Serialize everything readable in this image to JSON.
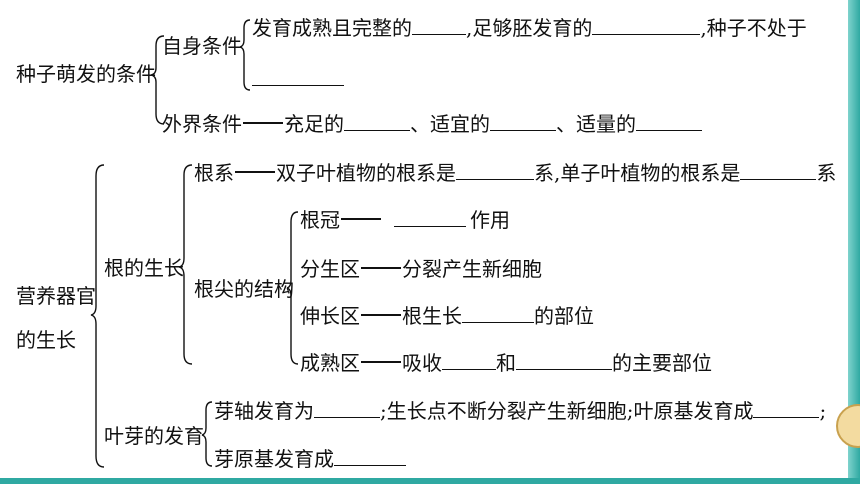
{
  "seed": {
    "title": "种子萌发的条件",
    "internal_label": "自身条件",
    "internal_a": "发育成熟且完整的",
    "internal_b": ",足够胚发育的",
    "internal_c": ",种子不处于",
    "external_label": "外界条件",
    "external_a": "充足的",
    "external_b": "、适宜的",
    "external_c": "、适量的"
  },
  "growth": {
    "title_line1": "营养器官",
    "title_line2": "的生长",
    "root": {
      "label": "根的生长",
      "system_label": "根系",
      "system_a": "双子叶植物的根系是",
      "system_b": "系,单子叶植物的根系是",
      "system_c": "系",
      "tip_label": "根尖的结构",
      "cap_label": "根冠",
      "cap_b": "作用",
      "meri_label": "分生区",
      "meri_b": "分裂产生新细胞",
      "elong_label": "伸长区",
      "elong_a": "根生长",
      "elong_b": "的部位",
      "mature_label": "成熟区",
      "mature_a": "吸收",
      "mature_b": "和",
      "mature_c": "的主要部位"
    },
    "bud": {
      "label": "叶芽的发育",
      "line1_a": "芽轴发育为",
      "line1_b": ";生长点不断分裂产生新细胞;叶原基发育成",
      "line1_c": ";",
      "line2_a": "芽原基发育成"
    }
  }
}
